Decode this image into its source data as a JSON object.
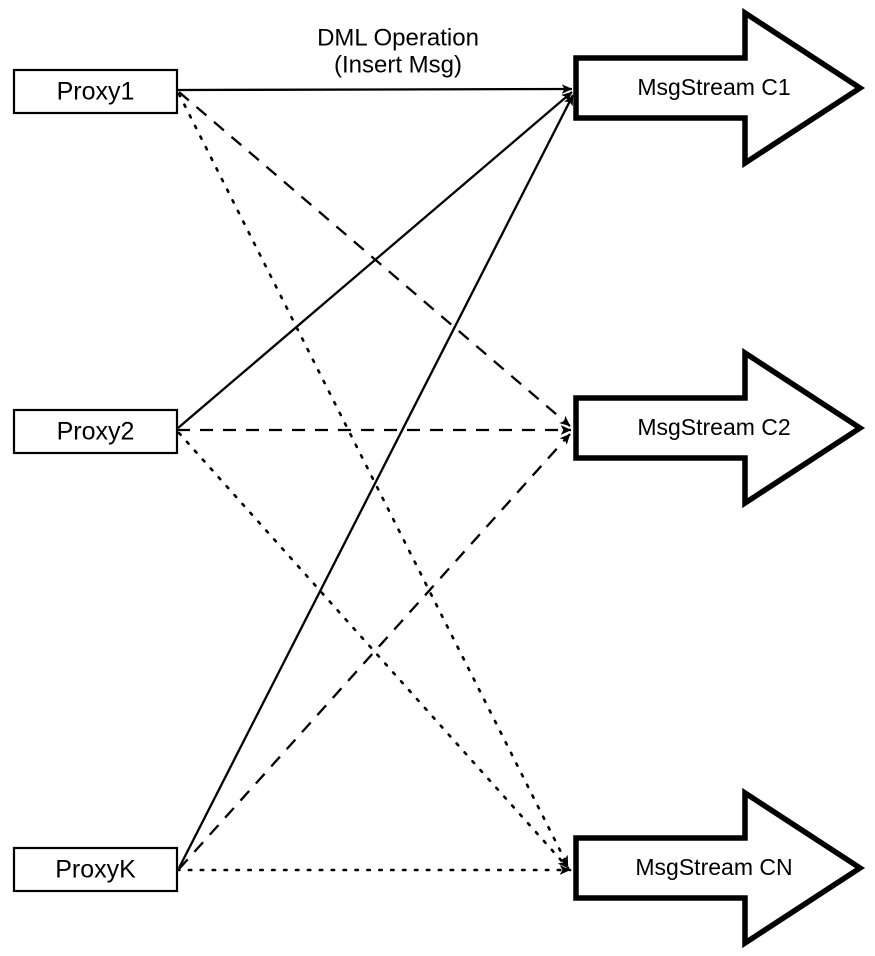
{
  "diagram": {
    "title": "Proxy to MsgStream fan-out diagram",
    "background_color": "#ffffff",
    "stroke_color": "#000000",
    "annotation": {
      "line1": "DML Operation",
      "line2": "(Insert Msg)"
    },
    "proxies": [
      {
        "id": "proxy1",
        "label": "Proxy1"
      },
      {
        "id": "proxy2",
        "label": "Proxy2"
      },
      {
        "id": "proxyk",
        "label": "ProxyK"
      }
    ],
    "streams": [
      {
        "id": "c1",
        "label": "MsgStream C1"
      },
      {
        "id": "c2",
        "label": "MsgStream C2"
      },
      {
        "id": "cn",
        "label": "MsgStream CN"
      }
    ],
    "edges": [
      {
        "from": "proxy1",
        "to": "c1",
        "style": "solid"
      },
      {
        "from": "proxy1",
        "to": "c2",
        "style": "dashed"
      },
      {
        "from": "proxy1",
        "to": "cn",
        "style": "dotted"
      },
      {
        "from": "proxy2",
        "to": "c1",
        "style": "solid"
      },
      {
        "from": "proxy2",
        "to": "c2",
        "style": "dashed"
      },
      {
        "from": "proxy2",
        "to": "cn",
        "style": "dotted"
      },
      {
        "from": "proxyk",
        "to": "c1",
        "style": "solid"
      },
      {
        "from": "proxyk",
        "to": "c2",
        "style": "dashed"
      },
      {
        "from": "proxyk",
        "to": "cn",
        "style": "dotted"
      }
    ]
  }
}
